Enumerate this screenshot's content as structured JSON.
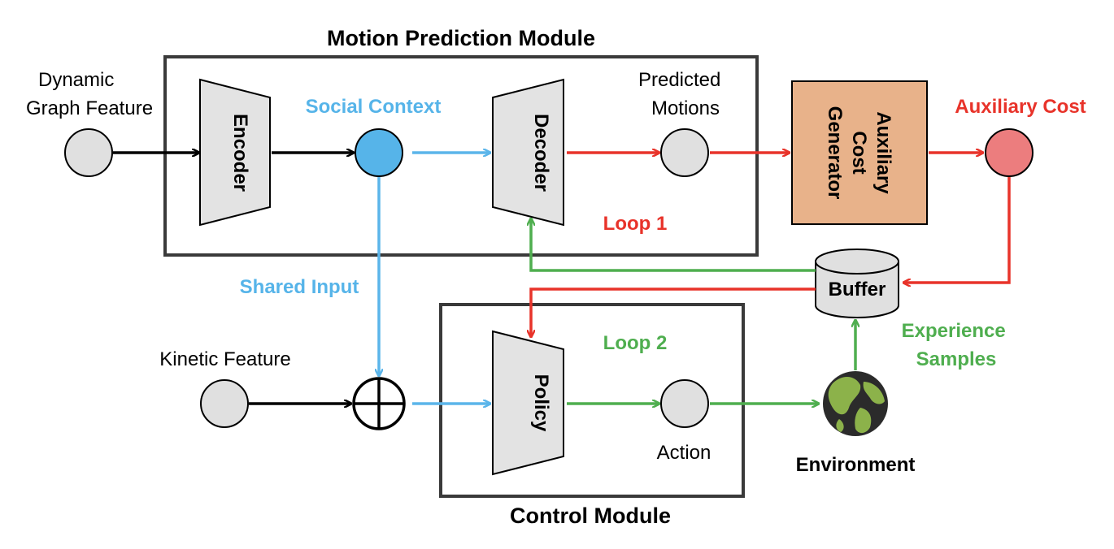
{
  "colors": {
    "black": "#000000",
    "blue": "#5bb5ea",
    "red": "#e8332a",
    "green": "#4fae4f",
    "node_gray": "#e0e0e0",
    "social_node": "#56b4e9",
    "cost_node": "#ec7d7e",
    "generator_fill": "#e8b28a",
    "trapezoid_fill": "#e3e3e3"
  },
  "modules": {
    "motion_prediction": "Motion Prediction Module",
    "control": "Control Module"
  },
  "inputs": {
    "dynamic_line1": "Dynamic",
    "dynamic_line2": "Graph Feature",
    "kinetic": "Kinetic Feature"
  },
  "blocks": {
    "encoder": "Encoder",
    "decoder": "Decoder",
    "policy": "Policy",
    "generator_line1": "Auxiliary",
    "generator_line2": "Cost",
    "generator_line3": "Generator",
    "buffer": "Buffer"
  },
  "nodes": {
    "social_context": "Social Context",
    "predicted_line1": "Predicted",
    "predicted_line2": "Motions",
    "auxiliary_cost": "Auxiliary Cost",
    "action": "Action",
    "environment": "Environment"
  },
  "annotations": {
    "loop1": "Loop 1",
    "loop2": "Loop 2",
    "shared_input": "Shared Input",
    "experience_line1": "Experience",
    "experience_line2": "Samples"
  },
  "icons": {
    "environment": "globe-icon",
    "combine": "circled-plus-icon"
  }
}
